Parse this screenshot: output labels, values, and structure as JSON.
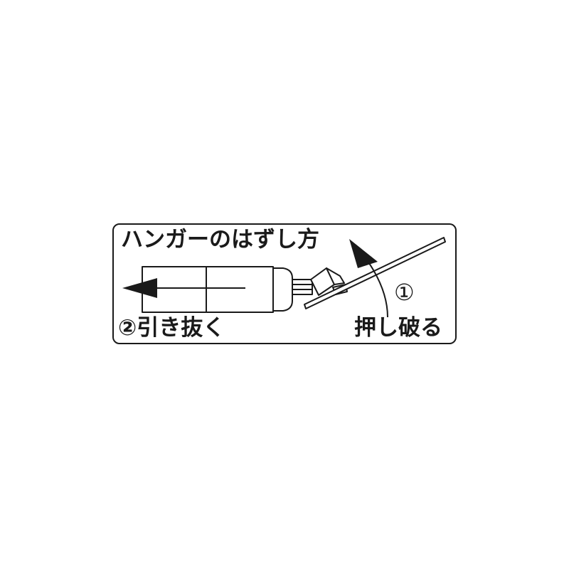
{
  "title": "ハンガーのはずし方",
  "steps": {
    "step1": {
      "number": "①",
      "text": "押し破る"
    },
    "step2": {
      "text": "②引き抜く"
    }
  },
  "colors": {
    "ink": "#1a1a1a",
    "background": "#ffffff"
  }
}
